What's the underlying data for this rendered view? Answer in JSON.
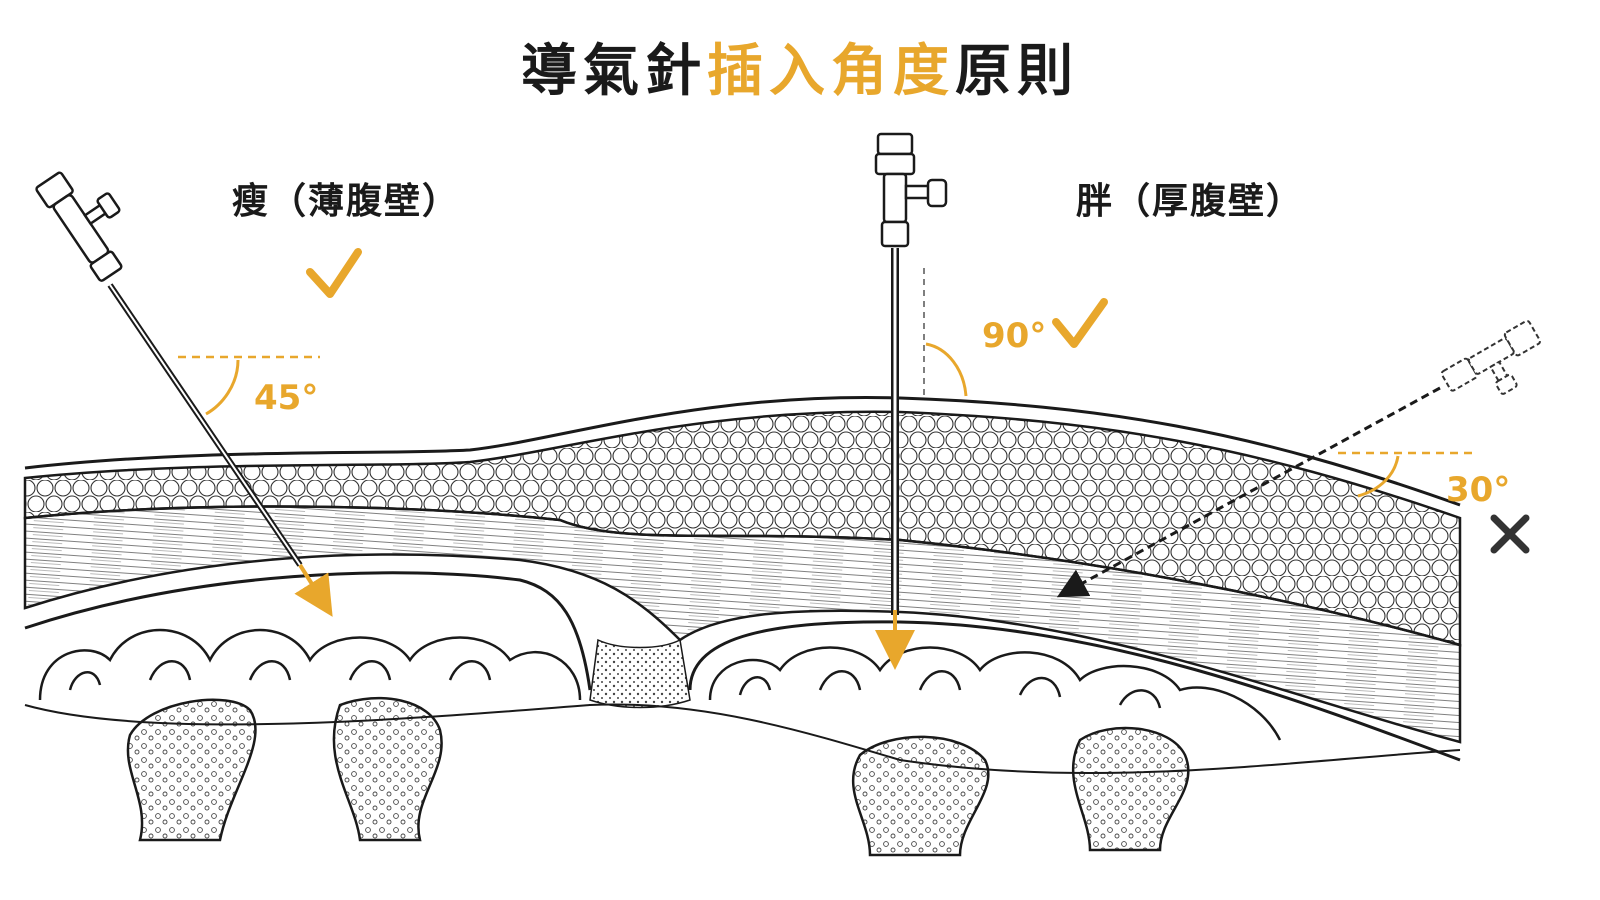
{
  "title": {
    "part1": "導氣針",
    "highlight": "插入角度",
    "part2": "原則"
  },
  "labels": {
    "thin": "瘦（薄腹壁）",
    "thick": "胖（厚腹壁）"
  },
  "angles": {
    "thin": "45°",
    "thick_vertical": "90°",
    "thick_oblique": "30°"
  },
  "marks": {
    "thin": "correct",
    "thick_vertical": "correct",
    "thick_oblique": "incorrect"
  },
  "colors": {
    "accent": "#e8a72c",
    "ink": "#1a1a1a",
    "wrong_mark": "#333333"
  },
  "icons": {
    "correct": "check-icon",
    "incorrect": "cross-icon"
  }
}
